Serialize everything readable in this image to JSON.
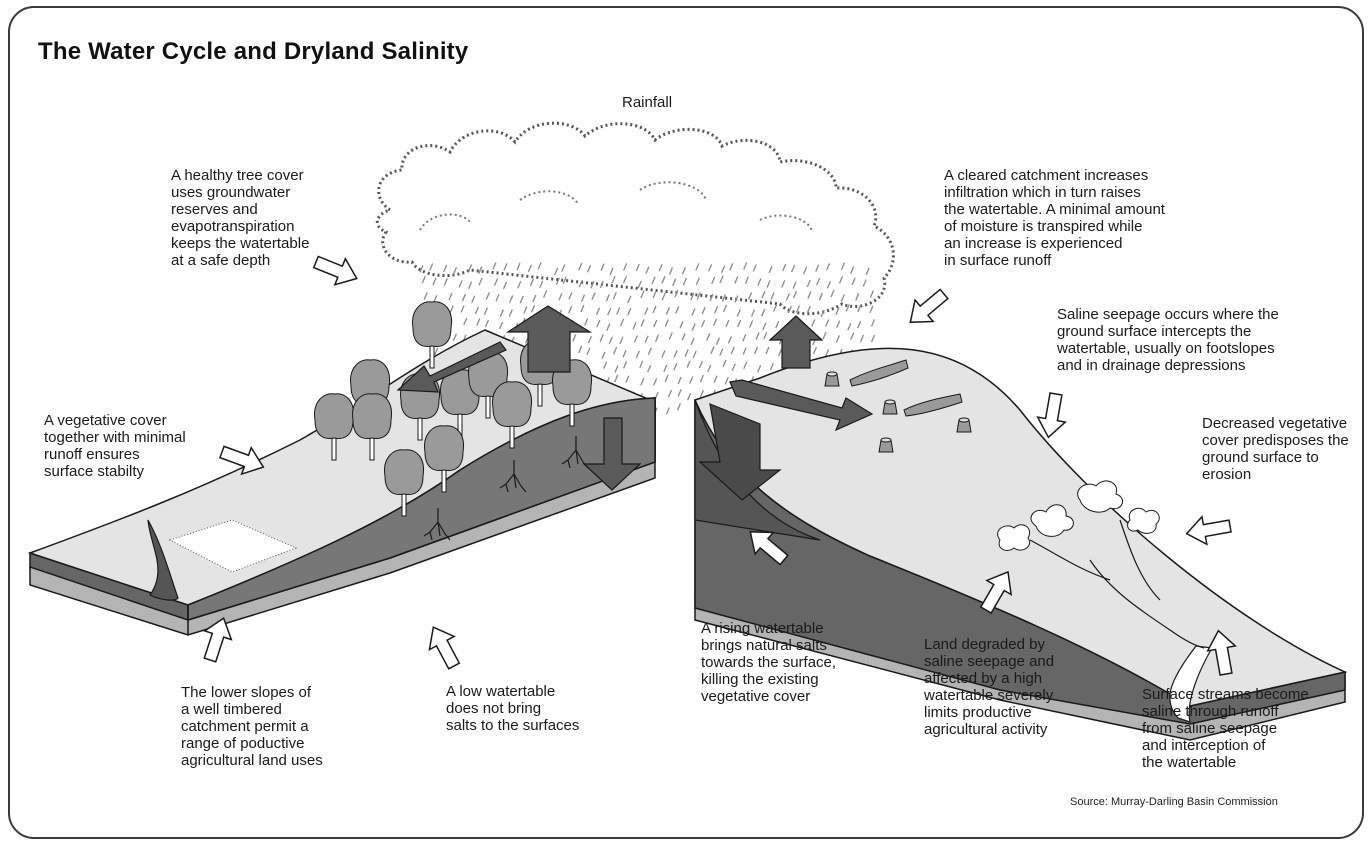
{
  "title": "The Water Cycle and Dryland Salinity",
  "rainfall_label": "Rainfall",
  "source": "Source: Murray-Darling Basin Commission",
  "annotations": {
    "healthy_tree_cover": "A healthy tree cover\nuses groundwater\nreserves and\nevapotranspiration\nkeeps the watertable\nat a safe depth",
    "vegetative_cover": "A vegetative cover\ntogether with minimal\nrunoff ensures\nsurface stabilty",
    "lower_slopes": "The lower slopes of\na well timbered\ncatchment permit a\nrange of poductive\nagricultural land uses",
    "low_watertable": "A low watertable\ndoes not bring\nsalts to the surfaces",
    "cleared_catchment": "A cleared catchment increases\ninfiltration which in turn raises\nthe watertable. A minimal amount\nof moisture is transpired while\nan increase is experienced\nin surface runoff",
    "saline_seepage": "Saline seepage occurs where the\nground surface intercepts the\nwatertable, usually on footslopes\nand in drainage depressions",
    "decreased_vegetative": "Decreased vegetative\ncover predisposes the\nground surface to\nerosion",
    "rising_watertable": "A rising watertable\nbrings natural salts\ntowards the surface,\nkilling the existing\nvegetative cover",
    "land_degraded": "Land degraded by\nsaline seepage and\naffected by a high\nwatertable severely\nlimits productive\nagricultural activity",
    "surface_streams": "Surface streams become\nsaline through runoff\nfrom saline seepage\nand interception of\nthe watertable"
  },
  "colors": {
    "surface": "#e4e4e4",
    "groundwater": "#666666",
    "subsoil": "#b4b4b4",
    "tree": "#9a9a9a",
    "arrow_dark": "#5a5a5a",
    "outline": "#1a1a1a"
  }
}
